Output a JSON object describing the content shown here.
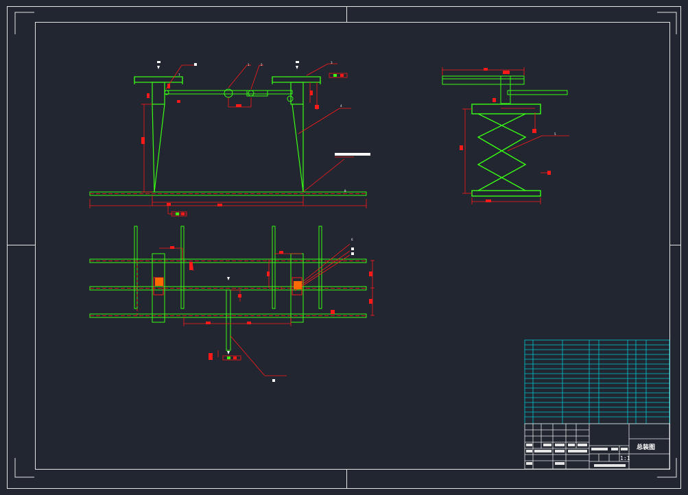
{
  "colors": {
    "background": "#222631",
    "border": "#e6e6e6",
    "part": "#39ff14",
    "dimension": "#ff1a1a",
    "table_grid": "#00c8d2",
    "text": "#ffffff"
  },
  "title_block": {
    "drawing_title": "总装图",
    "scale": "1:1"
  },
  "part_numbers": [
    "1",
    "2",
    "3",
    "4",
    "5",
    "6",
    "7",
    "8"
  ]
}
